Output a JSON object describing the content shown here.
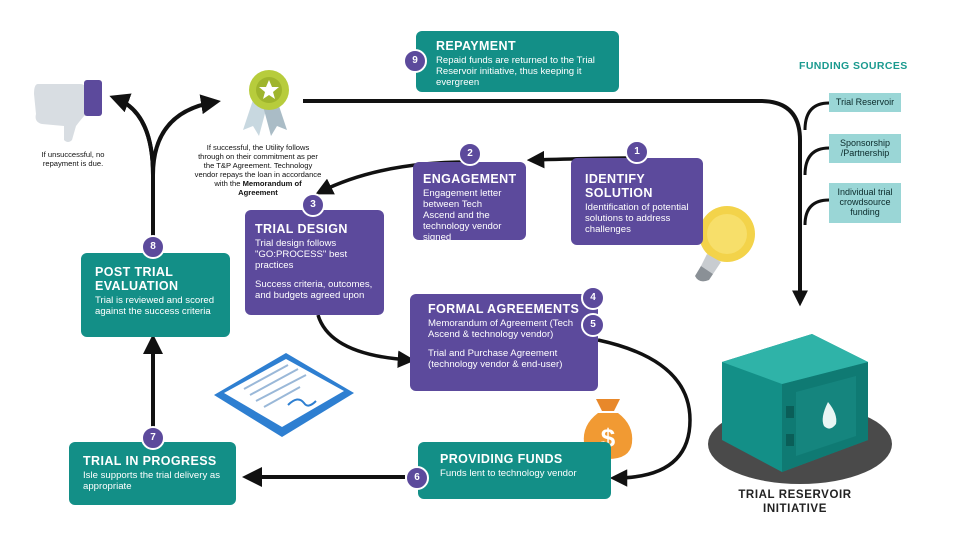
{
  "funding_sources": {
    "heading": "FUNDING SOURCES",
    "items": [
      "Trial Reservoir",
      "Sponsorship /Partnership",
      "Individual trial crowdsource funding"
    ]
  },
  "reservoir_label": "TRIAL RESERVOIR INITIATIVE",
  "steps": [
    {
      "num": "1",
      "title": "IDENTIFY SOLUTION",
      "text": "Identification of potential solutions to address challenges"
    },
    {
      "num": "2",
      "title": "ENGAGEMENT",
      "text": "Engagement letter between Tech Ascend and the technology vendor signed"
    },
    {
      "num": "3",
      "title": "TRIAL DESIGN",
      "text": "Trial design follows \"GO:PROCESS\" best practices",
      "text2": "Success criteria, outcomes, and budgets agreed upon"
    },
    {
      "num": "4",
      "num_b": "5",
      "title": "FORMAL AGREEMENTS",
      "text": "Memorandum of Agreement (Tech Ascend & technology vendor)",
      "text2": "Trial and Purchase Agreement (technology vendor & end-user)"
    },
    {
      "num": "6",
      "title": "PROVIDING FUNDS",
      "text": "Funds lent to technology vendor"
    },
    {
      "num": "7",
      "title": "TRIAL IN PROGRESS",
      "text": "Isle supports the  trial delivery as appropriate"
    },
    {
      "num": "8",
      "title": "POST TRIAL EVALUATION",
      "text": "Trial is reviewed and scored against the success criteria"
    },
    {
      "num": "9",
      "title": "REPAYMENT",
      "text": "Repaid funds are returned to the Trial Reservoir initiative, thus keeping it evergreen"
    }
  ],
  "notes": {
    "unsuccessful": "If unsuccessful, no repayment is due.",
    "successful_1": "If successful, the Utility follows through on their commitment as per the T&P Agreement.",
    "successful_2": "Technology vendor repays the loan in accordance with the",
    "successful_bold": "Memorandum of Agreement"
  },
  "icons": [
    "thumbs-down-icon",
    "award-ribbon-icon",
    "lightbulb-icon",
    "contract-document-icon",
    "money-bag-icon",
    "safe-vault-icon"
  ],
  "colors": {
    "teal": "#138f87",
    "purple": "#5c4a9c",
    "light_teal": "#9ad6d6",
    "heading_teal": "#1a9a8f",
    "arrow": "#111111"
  }
}
